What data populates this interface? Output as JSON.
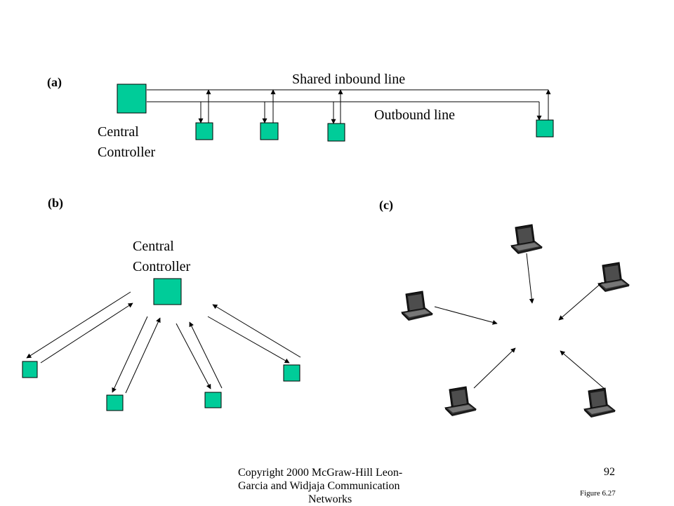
{
  "panel_a": {
    "tag": "(a)",
    "inbound_label": "Shared inbound line",
    "outbound_label": "Outbound line",
    "controller_label_1": "Central",
    "controller_label_2": "Controller"
  },
  "panel_b": {
    "tag": "(b)",
    "controller_label_1": "Central",
    "controller_label_2": "Controller"
  },
  "panel_c": {
    "tag": "(c)"
  },
  "footer": {
    "copyright_1": "Copyright 2000 McGraw-Hill   Leon-",
    "copyright_2": "Garcia and Widjaja   Communication",
    "copyright_3": "Networks",
    "page_number": "92",
    "figure_label": "Figure  6.27"
  },
  "colors": {
    "node_fill": "#00cc99",
    "line": "#000000"
  },
  "icons": {
    "laptop": "laptop-icon"
  }
}
